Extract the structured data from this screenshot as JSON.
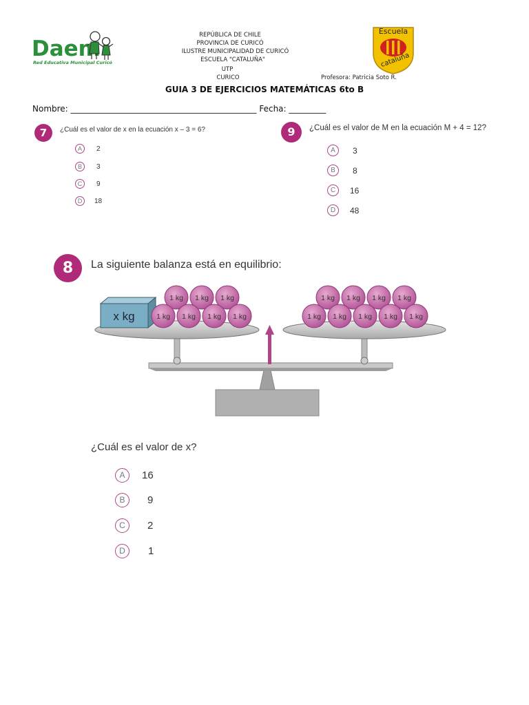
{
  "header": {
    "lines": [
      "REPÚBLICA DE CHILE",
      "PROVINCIA DE CURICÓ",
      "ILUSTRE MUNICIPALIDAD DE CURICÓ",
      "ESCUELA \"CATALUÑA\"",
      "UTP",
      "CURICO"
    ],
    "teacher": "Profesora: Patricia Soto R.",
    "logo_left": {
      "word": "Daem",
      "subtitle": "Red Educativa Municipal Curicó"
    },
    "logo_right": {
      "top": "Escuela",
      "bottom": "cataluña"
    }
  },
  "title": "GUIA 3 DE EJERCICIOS MATEMÁTICAS 6to B",
  "form": {
    "line": "Nombre: _____________________________________________ Fecha: _________"
  },
  "questions": {
    "q7": {
      "number": "7",
      "text": "¿Cuál es el valor de x en la ecuación x – 3 = 6?",
      "options": [
        {
          "letter": "A",
          "value": "2"
        },
        {
          "letter": "B",
          "value": "3"
        },
        {
          "letter": "C",
          "value": "9"
        },
        {
          "letter": "D",
          "value": "18"
        }
      ]
    },
    "q9": {
      "number": "9",
      "text": "¿Cuál es el valor de M en la ecuación M + 4 = 12?",
      "options": [
        {
          "letter": "A",
          "value": "3"
        },
        {
          "letter": "B",
          "value": "8"
        },
        {
          "letter": "C",
          "value": "16"
        },
        {
          "letter": "D",
          "value": "48"
        }
      ]
    },
    "q8": {
      "number": "8",
      "text": "La siguiente balanza está en equilibrio:",
      "box_label": "x kg",
      "weight_label": "1 kg",
      "left_weights": 7,
      "right_weights": 9,
      "question": "¿Cuál es el valor de x?",
      "options": [
        {
          "letter": "A",
          "value": "16"
        },
        {
          "letter": "B",
          "value": "9"
        },
        {
          "letter": "C",
          "value": "2"
        },
        {
          "letter": "D",
          "value": "1"
        }
      ]
    }
  },
  "colors": {
    "accent": "#b02a7a",
    "ball": "#c46aa6",
    "box": "#7aaec4",
    "logo_green": "#2c8f3a",
    "shield_red": "#d02020",
    "shield_yellow": "#f2c200"
  }
}
